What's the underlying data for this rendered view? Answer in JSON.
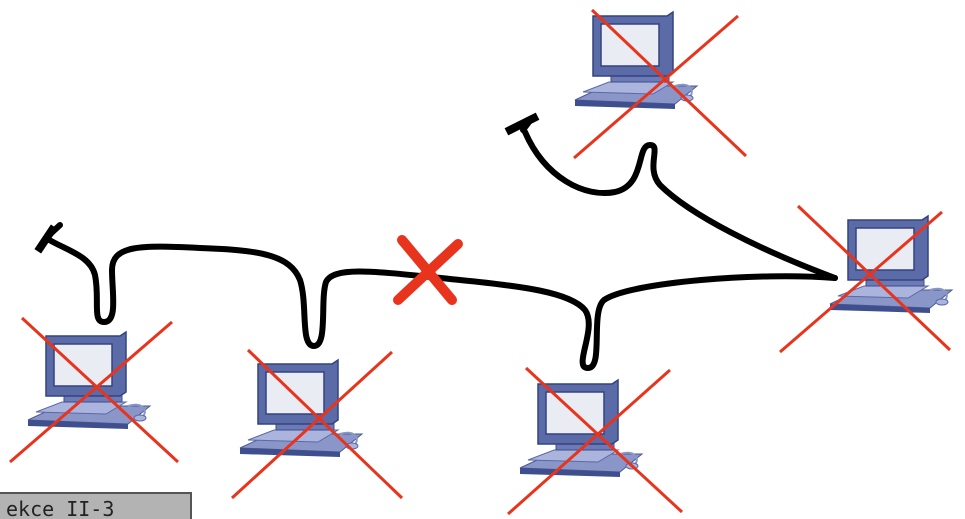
{
  "footer": {
    "label": "ekce II-3"
  },
  "colors": {
    "cable": "#000000",
    "cross": "#e8341c",
    "monitor_body": "#5a6ba8",
    "monitor_screen": "#e9ecf3",
    "keyboard": "#8894c4"
  },
  "icons": {
    "computer": "computer-icon",
    "failed": "cross-mark-icon",
    "break": "cable-break-icon",
    "terminator": "terminator-icon"
  },
  "computers": [
    {
      "id": "pc-1",
      "status": "failed"
    },
    {
      "id": "pc-2",
      "status": "failed"
    },
    {
      "id": "pc-3",
      "status": "failed"
    },
    {
      "id": "pc-4",
      "status": "failed"
    },
    {
      "id": "pc-5",
      "status": "failed"
    }
  ]
}
